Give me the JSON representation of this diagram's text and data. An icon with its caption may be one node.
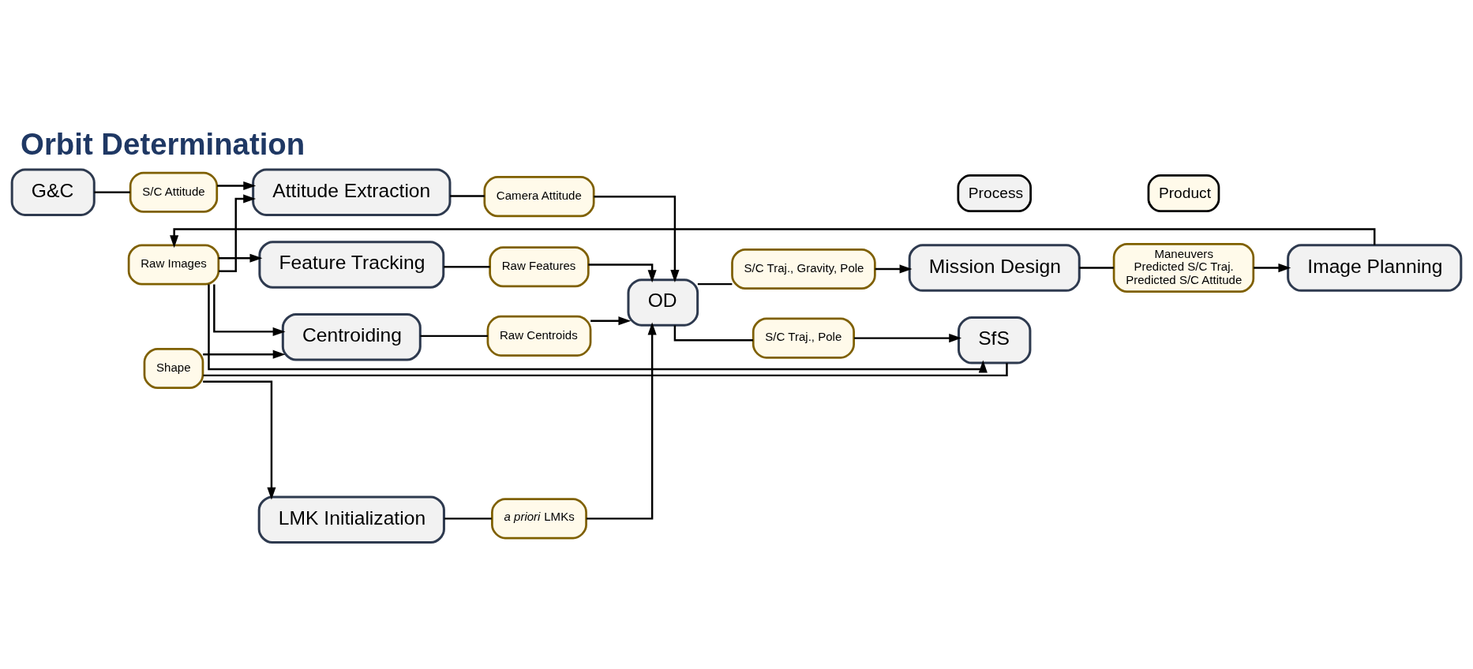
{
  "diagram": {
    "title": "Orbit Determination",
    "nodes": [
      {
        "text": [
          "G&C"
        ]
      },
      {
        "text": [
          "S/C Attitude"
        ]
      },
      {
        "text": [
          "Shape"
        ]
      },
      {
        "text": [
          "LMK Initialization"
        ]
      },
      {
        "text": [
          "SfS"
        ]
      },
      {
        "text": [
          "Centroiding"
        ]
      },
      {
        "text": [
          "*a priori* LMKs"
        ]
      },
      {
        "text": [
          "Raw Images"
        ]
      },
      {
        "text": [
          "Attitude Extraction"
        ]
      },
      {
        "text": [
          "Camera Attitude"
        ]
      },
      {
        "text": [
          "Raw Centroids"
        ]
      },
      {
        "text": [
          "OD"
        ]
      },
      {
        "text": [
          "S/C Traj., Pole"
        ]
      },
      {
        "text": [
          "Raw Features"
        ]
      },
      {
        "text": [
          "S/C Traj., Gravity, Pole"
        ]
      },
      {
        "text": [
          "Feature Tracking"
        ]
      },
      {
        "text": [
          "Mission Design"
        ]
      },
      {
        "text": [
          "Maneuvers",
          "Predicted S/C Traj.",
          "Predicted S/C Attitude"
        ]
      },
      {
        "text": [
          "Image Planning"
        ]
      }
    ],
    "edges": [
      {
        "from": 0,
        "to": 1,
        "arrow": "none"
      },
      {
        "from": 1,
        "to": 8,
        "arrow": "to"
      },
      {
        "from": 7,
        "to": 8,
        "arrow": "to"
      },
      {
        "from": 7,
        "to": 5,
        "arrow": "to"
      },
      {
        "from": 7,
        "to": 15,
        "arrow": "to"
      },
      {
        "from": 7,
        "to": 4,
        "arrow": "to"
      },
      {
        "from": 8,
        "to": 9,
        "arrow": "none"
      },
      {
        "from": 9,
        "to": 11,
        "arrow": "to"
      },
      {
        "from": 5,
        "to": 10,
        "arrow": "none"
      },
      {
        "from": 10,
        "to": 11,
        "arrow": "to"
      },
      {
        "from": 15,
        "to": 13,
        "arrow": "none"
      },
      {
        "from": 13,
        "to": 11,
        "arrow": "to"
      },
      {
        "from": 4,
        "to": 2,
        "arrow": "none"
      },
      {
        "from": 2,
        "to": 3,
        "arrow": "to"
      },
      {
        "from": 2,
        "to": 5,
        "arrow": "to"
      },
      {
        "from": 3,
        "to": 6,
        "arrow": "none"
      },
      {
        "from": 6,
        "to": 11,
        "arrow": "to"
      },
      {
        "from": 11,
        "to": 12,
        "arrow": "none"
      },
      {
        "from": 12,
        "to": 4,
        "arrow": "to"
      },
      {
        "from": 11,
        "to": 14,
        "arrow": "none"
      },
      {
        "from": 14,
        "to": 16,
        "arrow": "to"
      },
      {
        "from": 16,
        "to": 17,
        "arrow": "none"
      },
      {
        "from": 17,
        "to": 18,
        "arrow": "to"
      },
      {
        "from": 18,
        "to": 7,
        "arrow": "to"
      }
    ],
    "legend": [
      {
        "text": "Process",
        "color": "#f2f2f2"
      },
      {
        "text": "Product",
        "color": "#fffaea"
      }
    ]
  }
}
